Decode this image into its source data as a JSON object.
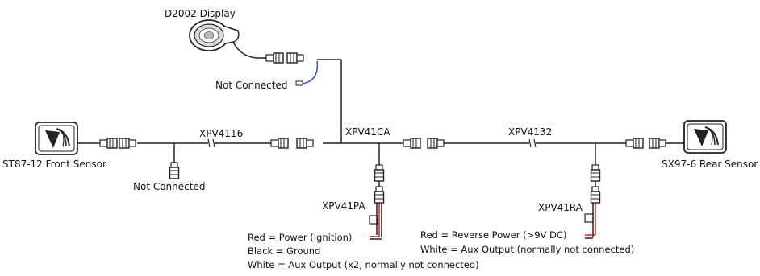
{
  "components": {
    "display": "D2002 Display",
    "front_sensor": "ST87-12 Front Sensor",
    "rear_sensor": "SX97-6 Rear Sensor"
  },
  "cables": {
    "front": "XPV4116",
    "center": "XPV41CA",
    "rear": "XPV4132",
    "power_front": "XPV41PA",
    "power_rear": "XPV41RA"
  },
  "notes": {
    "not_connected_display": "Not Connected",
    "not_connected_front": "Not Connected"
  },
  "legend_front": [
    "Red = Power (Ignition)",
    "Black = Ground",
    "White = Aux Output (x2, normally not connected)"
  ],
  "legend_rear": [
    "Red = Reverse Power (>9V DC)",
    "White = Aux Output (normally not connected)"
  ],
  "colors": {
    "wire_red": "#d42020",
    "wire_blue": "#3a52b8",
    "line": "#222222"
  }
}
